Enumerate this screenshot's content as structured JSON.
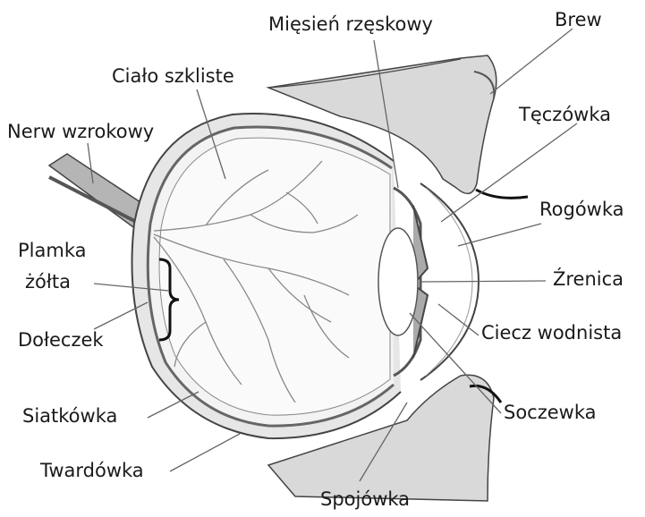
{
  "labels": {
    "miesien_rzeskowy": "Mięsień rzęskowy",
    "brew": "Brew",
    "cialo_szkliste": "Ciało szkliste",
    "teczowka": "Tęczówka",
    "nerw_wzrokowy": "Nerw wzrokowy",
    "rogowka": "Rogówka",
    "plamka_zolta_1": "Plamka",
    "plamka_zolta_2": "żółta",
    "zrenica": "Źrenica",
    "doleczek": "Dołeczek",
    "ciecz_wodnista": "Ciecz wodnista",
    "siatkowka": "Siatkówka",
    "soczewka": "Soczewka",
    "twardowka": "Twardówka",
    "spojowka": "Spojówka"
  }
}
